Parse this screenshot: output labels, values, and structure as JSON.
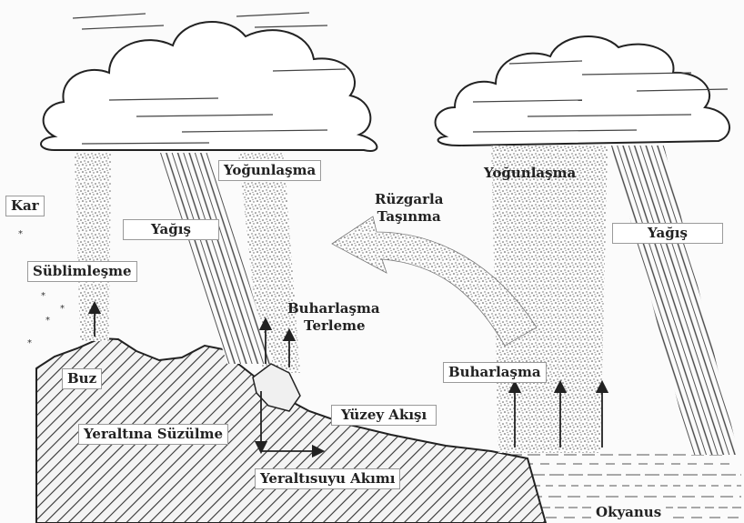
{
  "labels": {
    "kar": "Kar",
    "sublimlesme": "Süblimleşme",
    "buz": "Buz",
    "yagis_left": "Yağış",
    "yogunlasma_left": "Yoğunlaşma",
    "buharlasma_terleme_1": "Buharlaşma",
    "buharlasma_terleme_2": "Terleme",
    "ruzgarla_1": "Rüzgarla",
    "ruzgarla_2": "Taşınma",
    "yogunlasma_right": "Yoğunlaşma",
    "yagis_right": "Yağış",
    "buharlasma_right": "Buharlaşma",
    "yuzey_akisi": "Yüzey Akışı",
    "yeraltina_suzulme": "Yeraltına Süzülme",
    "yeraltisuyu_akimi": "Yeraltısuyu Akımı",
    "okyanus": "Okyanus"
  }
}
